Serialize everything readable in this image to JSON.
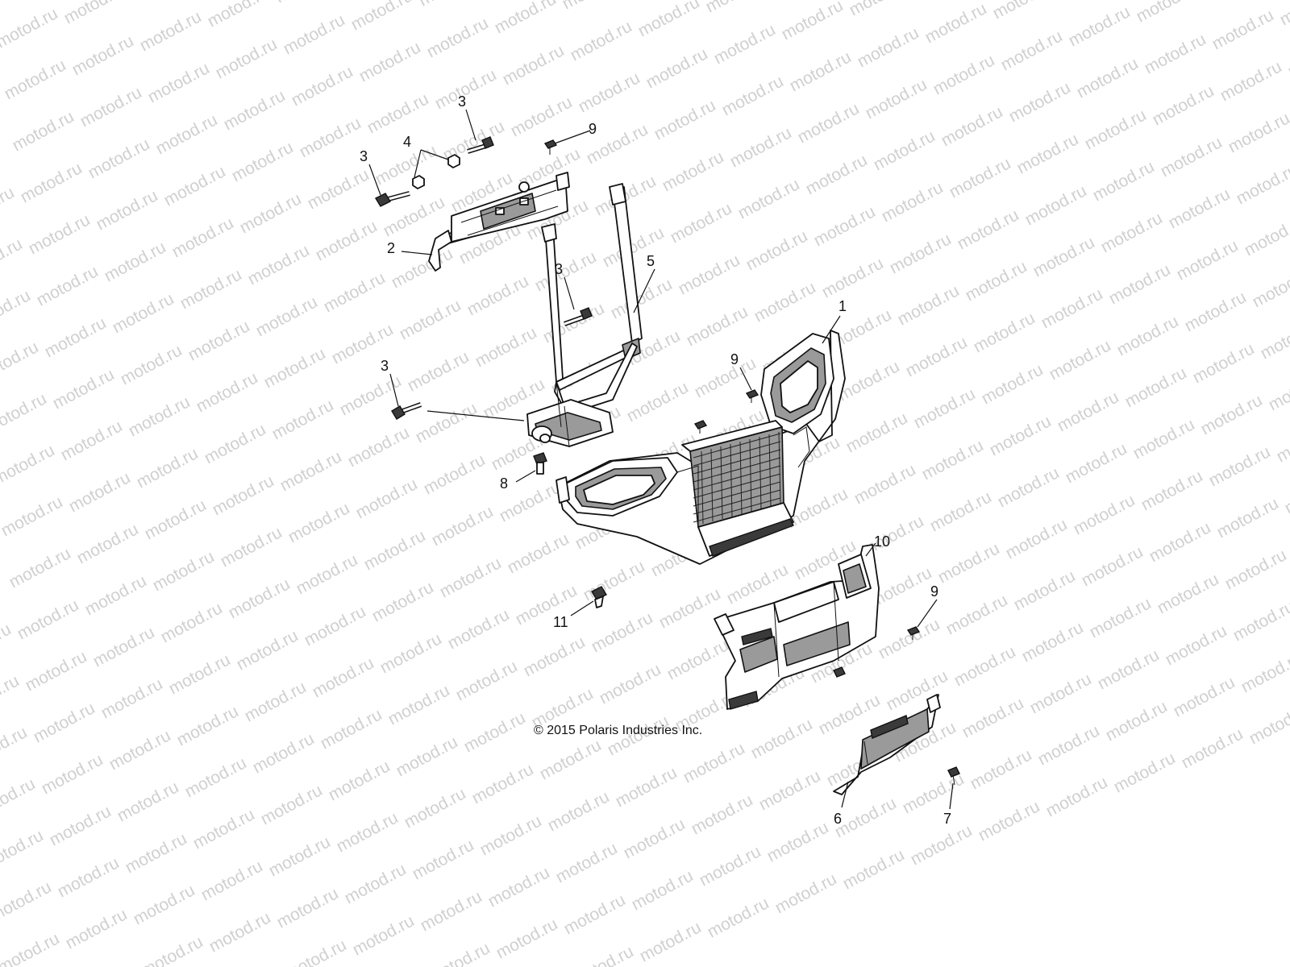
{
  "watermark": {
    "text": "motod.ru",
    "color": "#d0d0d0"
  },
  "copyright": "© 2015 Polaris Industries Inc.",
  "callouts": [
    "1",
    "2",
    "3",
    "3",
    "3",
    "3",
    "4",
    "5",
    "6",
    "7",
    "8",
    "9",
    "9",
    "9",
    "10",
    "11"
  ],
  "parts": [
    {
      "number": "1",
      "icon": "front-cab-grille-icon"
    },
    {
      "number": "2",
      "icon": "upper-mounting-bracket-icon"
    },
    {
      "number": "3",
      "icon": "bolt-icon"
    },
    {
      "number": "4",
      "icon": "nut-icon"
    },
    {
      "number": "5",
      "icon": "bumper-frame-icon"
    },
    {
      "number": "6",
      "icon": "skid-plate-icon"
    },
    {
      "number": "7",
      "icon": "fastener-icon"
    },
    {
      "number": "8",
      "icon": "flange-bolt-icon"
    },
    {
      "number": "9",
      "icon": "push-rivet-icon"
    },
    {
      "number": "10",
      "icon": "lower-front-fascia-icon"
    },
    {
      "number": "11",
      "icon": "push-pin-icon"
    }
  ]
}
